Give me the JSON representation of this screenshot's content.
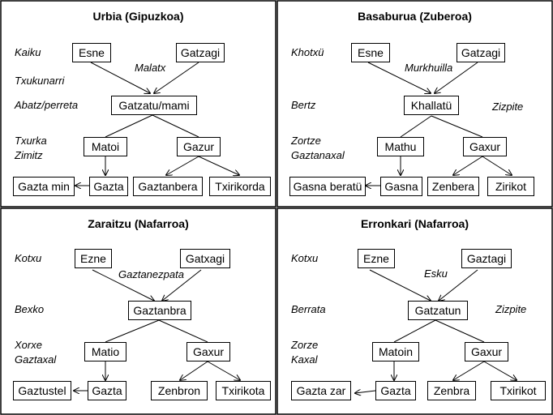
{
  "panels": [
    {
      "title": "Urbia (Gipuzkoa)",
      "labels": [
        "Kaiku",
        "Malatx",
        "Txukunarri",
        "Abatz/perreta",
        "Txurka",
        "Zimitz"
      ],
      "nodes": [
        "Esne",
        "Gatzagi",
        "Gatzatu/mami",
        "Matoi",
        "Gazur",
        "Gazta min",
        "Gazta",
        "Gaztanbera",
        "Txirikorda"
      ]
    },
    {
      "title": "Basaburua (Zuberoa)",
      "labels": [
        "Khotxü",
        "Murkhuilla",
        "Bertz",
        "Zizpite",
        "Zortze",
        "Gaztanaxal"
      ],
      "nodes": [
        "Esne",
        "Gatzagi",
        "Khallatü",
        "Mathu",
        "Gaxur",
        "Gasna beratü",
        "Gasna",
        "Zenbera",
        "Zirikot"
      ]
    },
    {
      "title": "Zaraitzu (Nafarroa)",
      "labels": [
        "Kotxu",
        "Gaztanezpata",
        "Bexko",
        "Xorxe",
        "Gaztaxal"
      ],
      "nodes": [
        "Ezne",
        "Gatxagi",
        "Gaztanbra",
        "Matio",
        "Gaxur",
        "Gaztustel",
        "Gazta",
        "Zenbron",
        "Txirikota"
      ]
    },
    {
      "title": "Erronkari (Nafarroa)",
      "labels": [
        "Kotxu",
        "Esku",
        "Berrata",
        "Zizpite",
        "Zorze",
        "Kaxal"
      ],
      "nodes": [
        "Ezne",
        "Gaztagi",
        "Gatzatun",
        "Matoin",
        "Gaxur",
        "Gazta zar",
        "Gazta",
        "Zenbra",
        "Txirikot"
      ]
    }
  ]
}
